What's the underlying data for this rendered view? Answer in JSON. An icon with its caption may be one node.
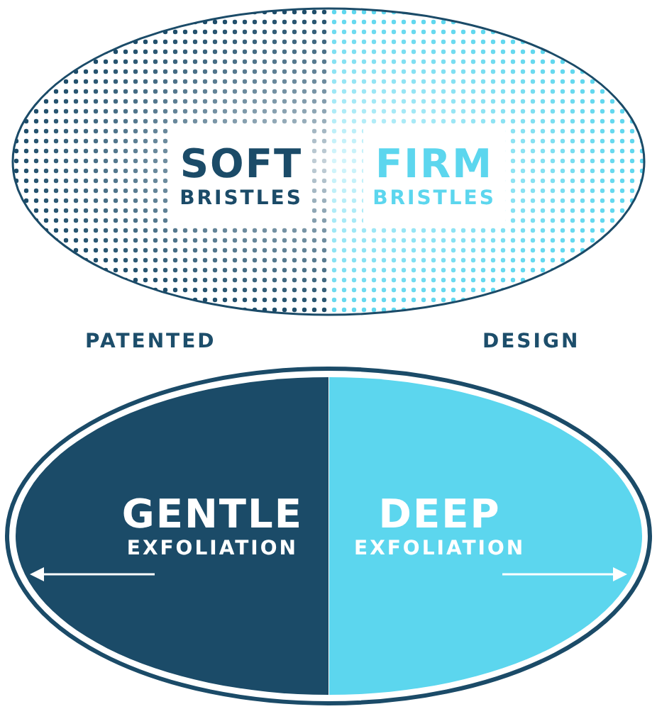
{
  "diagram": {
    "nodes": [
      {
        "text": [],
        "shape": "ellipse"
      },
      {
        "text": [
          "SOFT",
          "BRISTLES"
        ],
        "in": 0
      },
      {
        "text": [
          "FIRM",
          "BRISTLES"
        ],
        "in": 0
      },
      {
        "text": [],
        "shape": "ellipse"
      },
      {
        "text": [
          "GENTLE",
          "EXFOLIATION"
        ],
        "in": 3
      },
      {
        "text": [
          "DEEP",
          "EXFOLIATION"
        ],
        "in": 3
      }
    ],
    "labels": [
      "PATENTED",
      "DESIGN"
    ]
  }
}
